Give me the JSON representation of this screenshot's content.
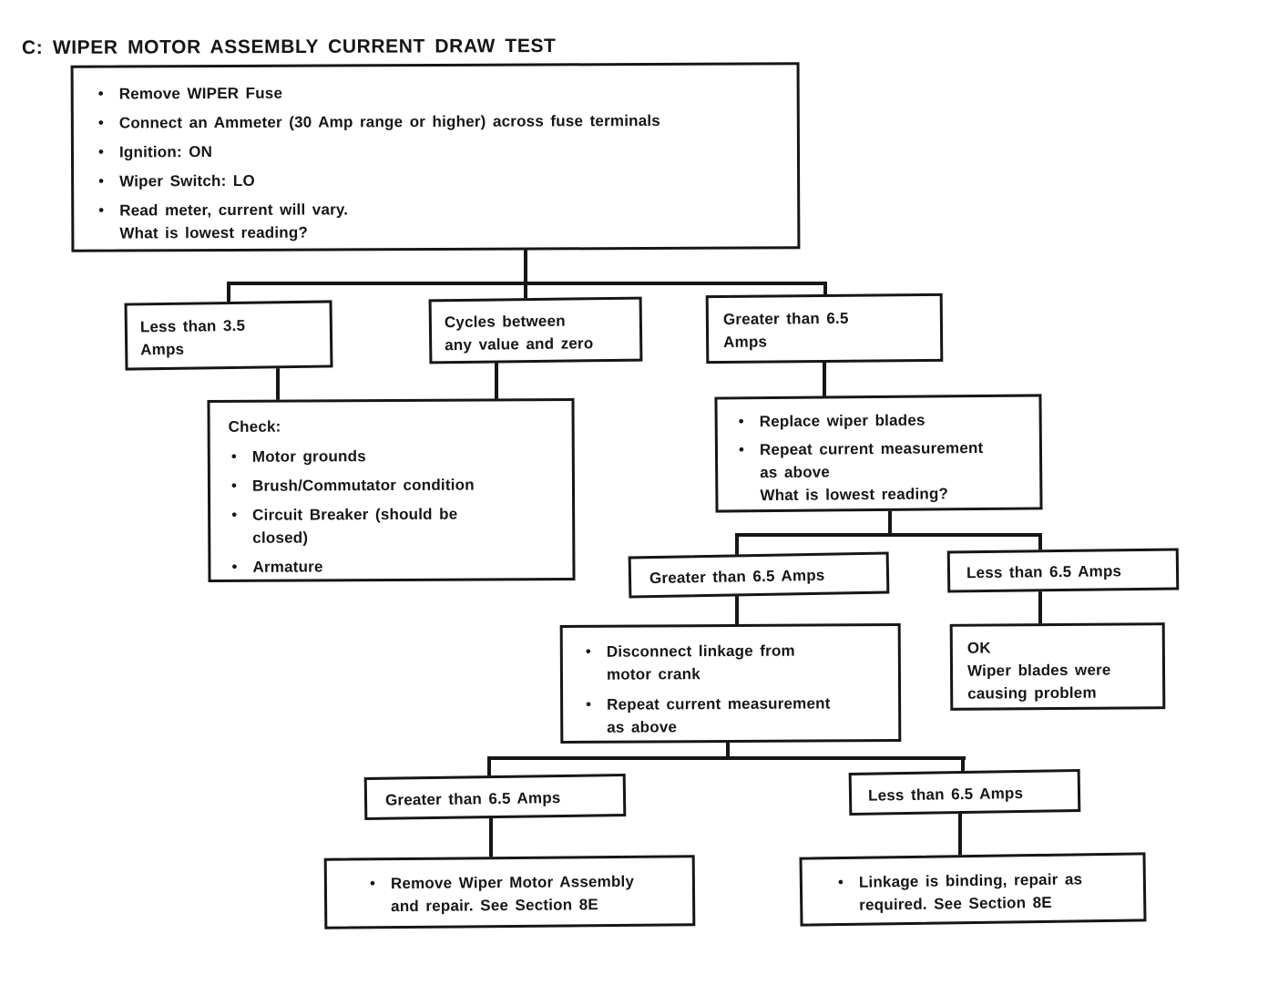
{
  "title": "C: WIPER MOTOR ASSEMBLY CURRENT DRAW TEST",
  "colors": {
    "ink": "#161616",
    "paper": "#ffffff"
  },
  "icons": {
    "bullet": "●"
  },
  "boxes": {
    "setup": {
      "bullets": [
        "Remove WIPER Fuse",
        "Connect an Ammeter (30 Amp range or higher) across fuse terminals",
        "Ignition: ON",
        "Wiper Switch: LO",
        "Read meter, current will vary."
      ],
      "question": "What is lowest reading?"
    },
    "less35": {
      "label": "Less than 3.5\nAmps"
    },
    "cycles": {
      "label": "Cycles between\nany value and zero"
    },
    "greater65": {
      "label": "Greater than 6.5\nAmps"
    },
    "check": {
      "heading": "Check:",
      "bullets": [
        "Motor grounds",
        "Brush/Commutator condition",
        "Circuit Breaker (should be closed)",
        "Armature"
      ]
    },
    "replace": {
      "bullets": [
        "Replace wiper blades",
        "Repeat current measurement as above"
      ],
      "question": "What is lowest reading?"
    },
    "greater65b": {
      "label": "Greater than 6.5 Amps"
    },
    "less65a": {
      "label": "Less than 6.5 Amps"
    },
    "disconnect": {
      "bullets": [
        "Disconnect linkage from motor crank",
        "Repeat current measurement as above"
      ]
    },
    "ok": {
      "heading": "OK",
      "text": "Wiper blades were causing problem"
    },
    "greater65c": {
      "label": "Greater than 6.5 Amps"
    },
    "less65b": {
      "label": "Less than 6.5 Amps"
    },
    "removeMotor": {
      "bullets": [
        "Remove Wiper Motor Assembly and repair. See Section 8E"
      ]
    },
    "linkageBinding": {
      "bullets": [
        "Linkage is binding, repair as required. See Section 8E"
      ]
    }
  }
}
